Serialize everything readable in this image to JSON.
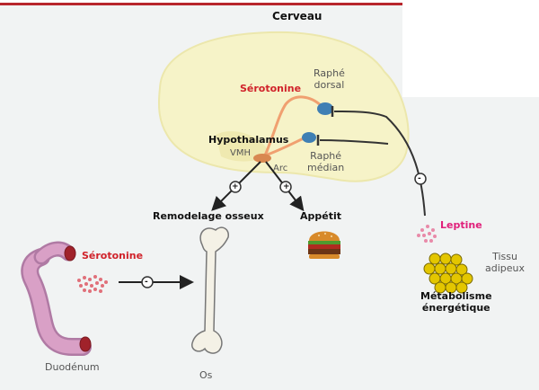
{
  "labels": {
    "cerveau": "Cerveau",
    "serotonine_brain": "Sérotonine",
    "raphe_dorsal": "Raphé\ndorsal",
    "hypothalamus": "Hypothalamus",
    "vmh": "VMH",
    "arc": "Arc",
    "raphe_median": "Raphé\nmédian",
    "remodelage": "Remodelage osseux",
    "appetit": "Appétit",
    "leptine": "Leptine",
    "tissu": "Tissu\nadipeux",
    "metabolisme": "Métabolisme\nénergétique",
    "serotonine_gut": "Sérotonine",
    "duodenum": "Duodénum",
    "os": "Os"
  },
  "signs": {
    "vmh_to_bone": "+",
    "vmh_to_appetite": "+",
    "gut_to_bone": "-",
    "leptin_inhibition": "-"
  },
  "colors": {
    "top_rule": "#b8262c",
    "brain": "#f6f3c8",
    "serotonin_red": "#d0222a",
    "leptin_pink": "#e0207a",
    "raphe_blue": "#3f7fb4",
    "fat_yellow": "#e3c600",
    "gut_pink": "#d9a0c6",
    "bone": "#f4f1e6",
    "background_panel": "#f1f3f3"
  }
}
